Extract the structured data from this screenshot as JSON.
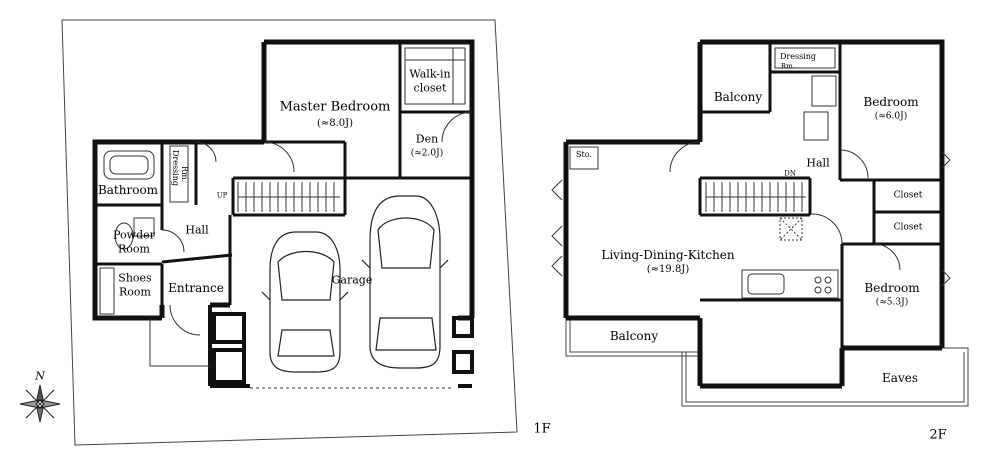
{
  "floor1": {
    "floor_label": "1F",
    "rooms": {
      "master_bedroom": {
        "name": "Master Bedroom",
        "size": "(≈8.0J)"
      },
      "walk_in_closet": {
        "line1": "Walk-in",
        "line2": "closet"
      },
      "den": {
        "name": "Den",
        "size": "(≈2.0J)"
      },
      "bathroom": "Bathroom",
      "dressing_room": {
        "line1": "Dressing",
        "line2": "Rm."
      },
      "powder_room": {
        "line1": "Powder",
        "line2": "Room"
      },
      "hall": "Hall",
      "shoes_room": {
        "line1": "Shoes",
        "line2": "Room"
      },
      "entrance": "Entrance",
      "garage": "Garage"
    },
    "stair_label": "UP",
    "north_label": "N"
  },
  "floor2": {
    "floor_label": "2F",
    "rooms": {
      "balcony_top": "Balcony",
      "dressing_room": {
        "line1": "Dressing",
        "line2": "Rm."
      },
      "bedroom_a": {
        "name": "Bedroom",
        "size": "(≈6.0J)"
      },
      "hall": "Hall",
      "storage": "Sto.",
      "closet_a": "Closet",
      "closet_b": "Closet",
      "ldk": {
        "name": "Living-Dining-Kitchen",
        "size": "(≈19.8J)"
      },
      "bedroom_b": {
        "name": "Bedroom",
        "size": "(≈5.3J)"
      },
      "balcony_bottom": "Balcony",
      "eaves": "Eaves"
    },
    "stair_label": "DN"
  }
}
